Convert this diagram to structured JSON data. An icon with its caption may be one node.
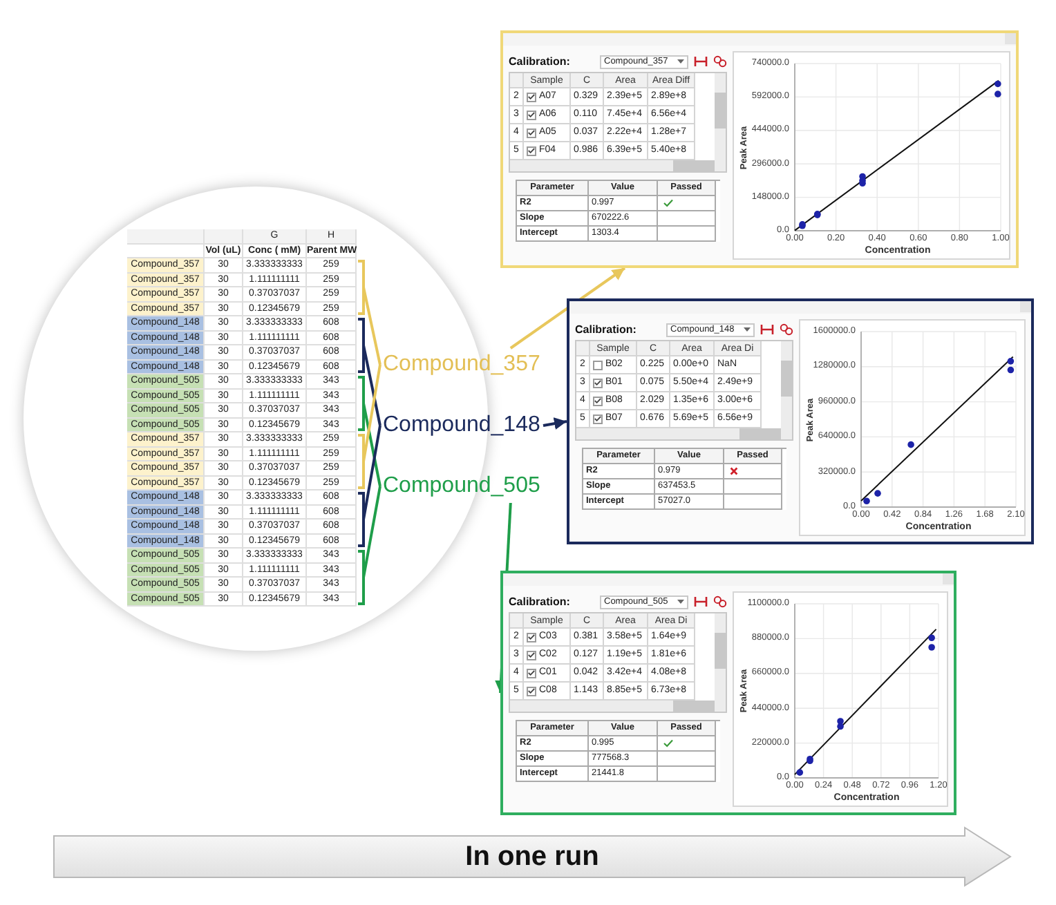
{
  "diagram": {
    "nodes": [
      {
        "text": [],
        "shape": "circle"
      },
      {
        "text": [
          "Compound_357"
        ]
      },
      {
        "text": [
          "Compound_148"
        ]
      },
      {
        "text": [
          "Compound_505"
        ]
      },
      {
        "text": [
          "Calibration:",
          "Compound_357"
        ]
      },
      {
        "text": [
          "Calibration:",
          "Compound_148"
        ]
      },
      {
        "text": [
          "Calibration:",
          "Compound_505"
        ]
      },
      {
        "text": [
          "In one run"
        ]
      }
    ],
    "edges": [
      {
        "from": 0,
        "to": 1,
        "arrow": "none",
        "color": "#e8c75c"
      },
      {
        "from": 0,
        "to": 2,
        "arrow": "none",
        "color": "#1b2a5c"
      },
      {
        "from": 0,
        "to": 3,
        "arrow": "none",
        "color": "#1f9e4a"
      },
      {
        "from": 0,
        "to": 1,
        "arrow": "none",
        "color": "#e8c75c"
      },
      {
        "from": 0,
        "to": 2,
        "arrow": "none",
        "color": "#1b2a5c"
      },
      {
        "from": 0,
        "to": 3,
        "arrow": "none",
        "color": "#1f9e4a"
      },
      {
        "from": 1,
        "to": 4,
        "arrow": "to",
        "color": "#e8c75c"
      },
      {
        "from": 2,
        "to": 5,
        "arrow": "to",
        "color": "#1b2a5c"
      },
      {
        "from": 3,
        "to": 6,
        "arrow": "to",
        "color": "#1f9e4a"
      }
    ],
    "labels": [
      "G",
      "H",
      "Vol (uL)",
      "Conc ( mM)",
      "Parent MW",
      "Compound_357",
      "30",
      "3.333333333",
      "259",
      "Compound_357",
      "30",
      "1.111111111",
      "259",
      "Compound_357",
      "30",
      "0.37037037",
      "259",
      "Compound_357",
      "30",
      "0.12345679",
      "259",
      "Compound_148",
      "30",
      "3.333333333",
      "608",
      "Compound_148",
      "30",
      "1.111111111",
      "608",
      "Compound_148",
      "30",
      "0.37037037",
      "608",
      "Compound_148",
      "30",
      "0.12345679",
      "608",
      "Compound_505",
      "30",
      "3.333333333",
      "343",
      "Compound_505",
      "30",
      "1.111111111",
      "343",
      "Compound_505",
      "30",
      "0.37037037",
      "343",
      "Compound_505",
      "30",
      "0.12345679",
      "343",
      "Compound_357",
      "30",
      "3.333333333",
      "259",
      "Compound_357",
      "30",
      "1.111111111",
      "259",
      "Compound_357",
      "30",
      "0.37037037",
      "259",
      "Compound_357",
      "30",
      "0.12345679",
      "259",
      "Compound_148",
      "30",
      "3.333333333",
      "608",
      "Compound_148",
      "30",
      "1.111111111",
      "608",
      "Compound_148",
      "30",
      "0.37037037",
      "608",
      "Compound_148",
      "30",
      "0.12345679",
      "608",
      "Compound_505",
      "30",
      "3.333333333",
      "343",
      "Compound_505",
      "30",
      "1.111111111",
      "343",
      "Compound_505",
      "30",
      "0.37037037",
      "343",
      "Compound_505",
      "30",
      "0.12345679",
      "343",
      "Sample",
      "C",
      "Area",
      "Area Diff",
      "2",
      "A07",
      "0.329",
      "2.39e+5",
      "2.89e+8",
      "3",
      "A06",
      "0.110",
      "7.45e+4",
      "6.56e+4",
      "4",
      "A05",
      "0.037",
      "2.22e+4",
      "1.28e+7",
      "5",
      "F04",
      "0.986",
      "6.39e+5",
      "5.40e+8",
      "Parameter",
      "Value",
      "Passed",
      "R2",
      "0.997",
      "Slope",
      "670222.6",
      "Intercept",
      "1303.4",
      "0.0",
      "148000.0",
      "296000.0",
      "444000.0",
      "592000.0",
      "740000.0",
      "0.00",
      "0.20",
      "0.40",
      "0.60",
      "0.80",
      "1.00",
      "Peak Area",
      "Concentration",
      "Sample",
      "C",
      "Area",
      "Area Di",
      "2",
      "B02",
      "0.225",
      "0.00e+0",
      "NaN",
      "3",
      "B01",
      "0.075",
      "5.50e+4",
      "2.49e+9",
      "4",
      "B08",
      "2.029",
      "1.35e+6",
      "3.00e+6",
      "5",
      "B07",
      "0.676",
      "5.69e+5",
      "6.56e+9",
      "Parameter",
      "Value",
      "Passed",
      "R2",
      "0.979",
      "Slope",
      "637453.5",
      "Intercept",
      "57027.0",
      "0.0",
      "320000.0",
      "640000.0",
      "960000.0",
      "1280000.0",
      "1600000.0",
      "0.00",
      "0.42",
      "0.84",
      "1.26",
      "1.68",
      "2.10",
      "Peak Area",
      "Concentration",
      "Sample",
      "C",
      "Area",
      "Area Di",
      "2",
      "C03",
      "0.381",
      "3.58e+5",
      "1.64e+9",
      "3",
      "C02",
      "0.127",
      "1.19e+5",
      "1.81e+6",
      "4",
      "C01",
      "0.042",
      "3.42e+4",
      "4.08e+8",
      "5",
      "C08",
      "1.143",
      "8.85e+5",
      "6.73e+8",
      "Parameter",
      "Value",
      "Passed",
      "R2",
      "0.995",
      "Slope",
      "777568.3",
      "Intercept",
      "21441.8",
      "0.0",
      "220000.0",
      "440000.0",
      "660000.0",
      "880000.0",
      "1100000.0",
      "0.00",
      "0.24",
      "0.48",
      "0.72",
      "0.96",
      "1.20",
      "Peak Area",
      "Concentration"
    ]
  }
}
